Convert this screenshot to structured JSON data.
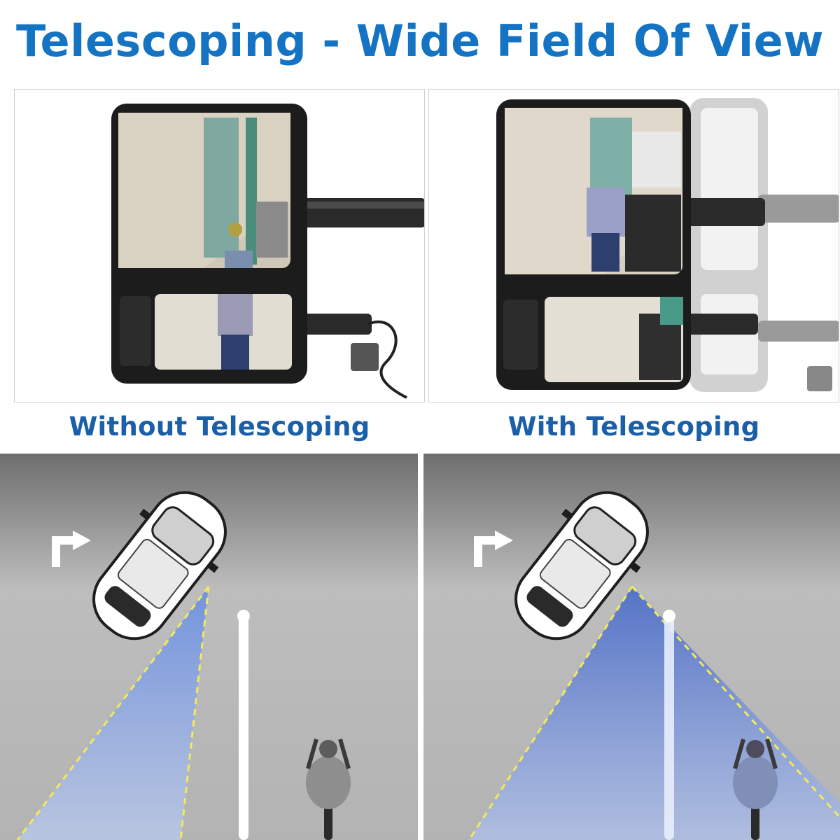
{
  "header": {
    "title": "Telescoping - Wide Field Of View"
  },
  "comparison": {
    "left_caption": "Without Telescoping",
    "right_caption": "With Telescoping"
  },
  "colors": {
    "title_blue": "#1573c3",
    "caption_blue": "#1a5fa8",
    "road_gray": "#9a9a9a",
    "view_cone_blue": "#6f8fd8",
    "cone_edge_yellow": "#f2ea5a"
  },
  "icons": [
    "turn-right-arrow-icon",
    "car-top-view-icon",
    "motorcycle-rider-icon",
    "lane-divider-icon"
  ]
}
